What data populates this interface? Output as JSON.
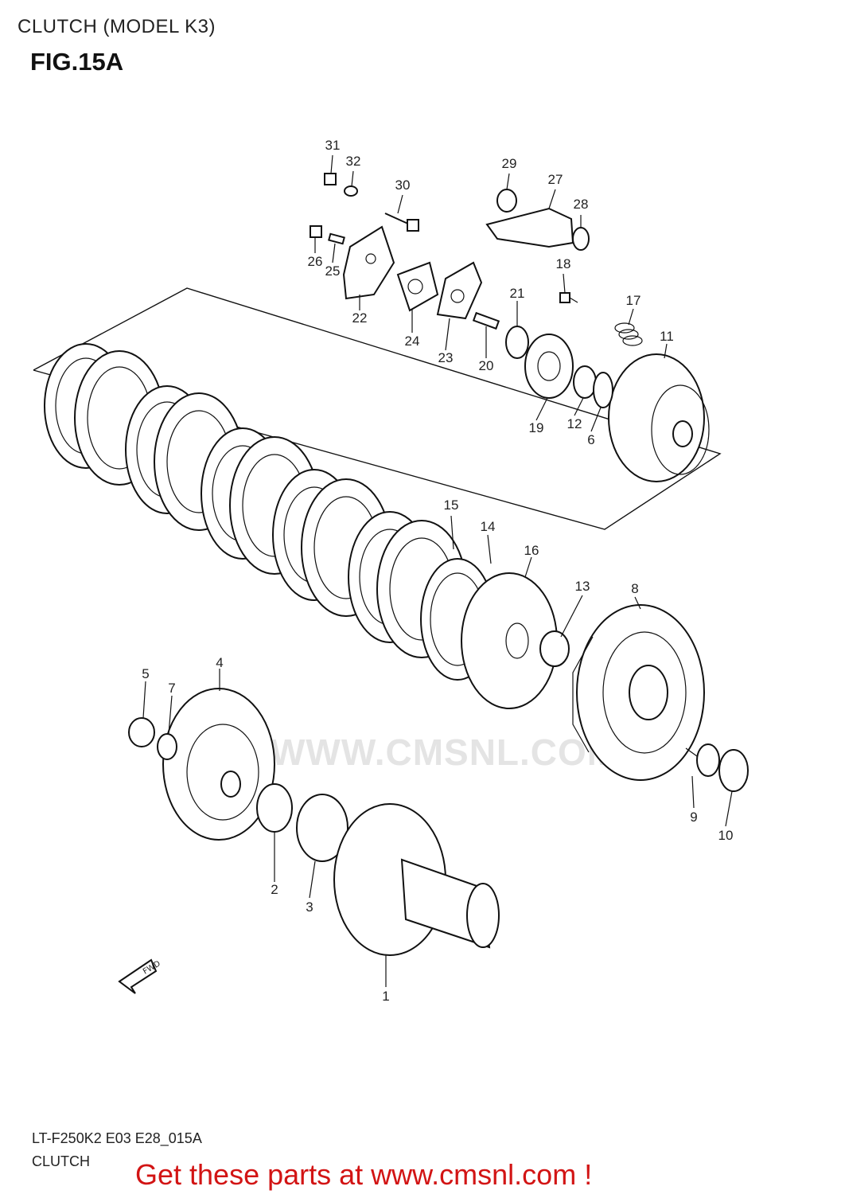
{
  "header": {
    "title": "CLUTCH (MODEL K3)",
    "figure": "FIG.15A"
  },
  "diagram": {
    "callouts": [
      {
        "id": "c31",
        "label": "31"
      },
      {
        "id": "c32",
        "label": "32"
      },
      {
        "id": "c30",
        "label": "30"
      },
      {
        "id": "c29",
        "label": "29"
      },
      {
        "id": "c27",
        "label": "27"
      },
      {
        "id": "c28",
        "label": "28"
      },
      {
        "id": "c26",
        "label": "26"
      },
      {
        "id": "c25",
        "label": "25"
      },
      {
        "id": "c18",
        "label": "18"
      },
      {
        "id": "c21",
        "label": "21"
      },
      {
        "id": "c17",
        "label": "17"
      },
      {
        "id": "c22",
        "label": "22"
      },
      {
        "id": "c24",
        "label": "24"
      },
      {
        "id": "c23",
        "label": "23"
      },
      {
        "id": "c20",
        "label": "20"
      },
      {
        "id": "c11",
        "label": "11"
      },
      {
        "id": "c19",
        "label": "19"
      },
      {
        "id": "c12",
        "label": "12"
      },
      {
        "id": "c6",
        "label": "6"
      },
      {
        "id": "c15",
        "label": "15"
      },
      {
        "id": "c14",
        "label": "14"
      },
      {
        "id": "c16",
        "label": "16"
      },
      {
        "id": "c13",
        "label": "13"
      },
      {
        "id": "c8",
        "label": "8"
      },
      {
        "id": "c5",
        "label": "5"
      },
      {
        "id": "c7",
        "label": "7"
      },
      {
        "id": "c4",
        "label": "4"
      },
      {
        "id": "c9",
        "label": "9"
      },
      {
        "id": "c10",
        "label": "10"
      },
      {
        "id": "c2",
        "label": "2"
      },
      {
        "id": "c3",
        "label": "3"
      },
      {
        "id": "c1",
        "label": "1"
      }
    ],
    "fwd_label": "FWD",
    "watermark": "WWW.CMSNL.COM"
  },
  "footer": {
    "model_code": "LT-F250K2 E03 E28_015A",
    "caption": "CLUTCH",
    "cta": "Get these parts at www.cmsnl.com !"
  },
  "colors": {
    "cta": "#d21414",
    "watermark": "#e4e4e4"
  }
}
